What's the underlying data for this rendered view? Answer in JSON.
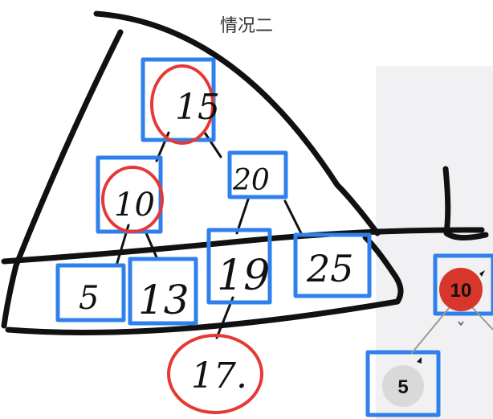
{
  "title": "情况二",
  "colors": {
    "ink": "#111111",
    "blue": "#2f80ed",
    "red": "#e53935",
    "node_red": "#d8362a",
    "node_gray": "#d9d9d9",
    "panel": "#f1f1f3"
  },
  "sketch": {
    "root": "15",
    "level2": [
      "10",
      "20"
    ],
    "level3": [
      "5",
      "13",
      "19",
      "25"
    ],
    "child": "17."
  },
  "nodes": {
    "red_node": "10",
    "gray_node": "5"
  }
}
